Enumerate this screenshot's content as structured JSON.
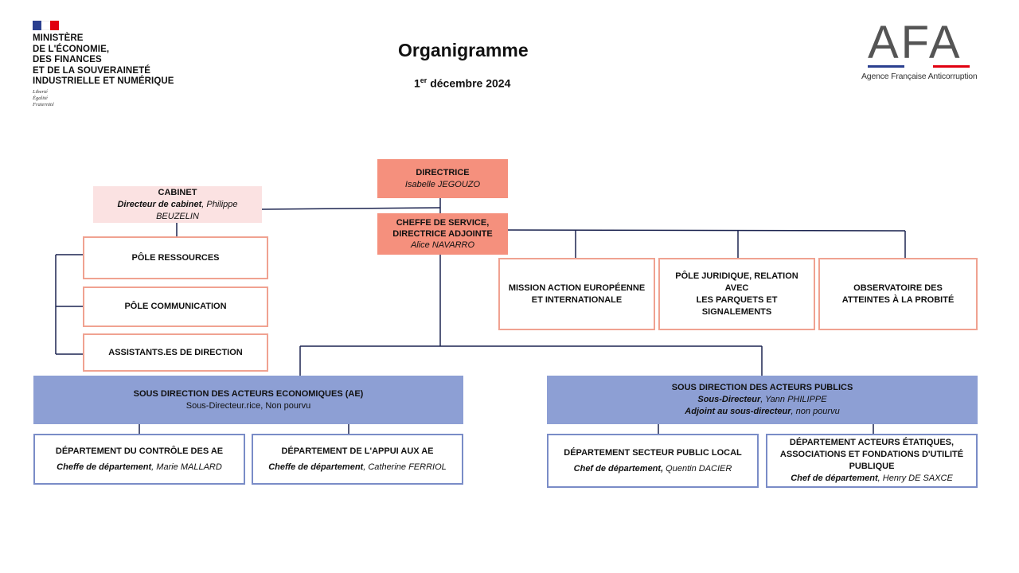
{
  "header": {
    "ministere_lines": [
      "MINISTÈRE",
      "DE L'ÉCONOMIE,",
      "DES FINANCES",
      "ET DE LA SOUVERAINETÉ",
      "INDUSTRIELLE ET NUMÉRIQUE"
    ],
    "devise": [
      "Liberté",
      "Égalité",
      "Fraternité"
    ],
    "title": "Organigramme",
    "date_prefix": "1",
    "date_sup": "er",
    "date_suffix": " décembre 2024",
    "afa_letters": "AFA",
    "afa_subtitle": "Agence Française Anticorruption"
  },
  "nodes": {
    "directrice": {
      "title": "DIRECTRICE",
      "name": "Isabelle JEGOUZO"
    },
    "cheffe": {
      "title_1": "CHEFFE DE SERVICE,",
      "title_2": "DIRECTRICE ADJOINTE",
      "name": "Alice NAVARRO"
    },
    "cabinet": {
      "title": "CABINET",
      "role": "Directeur de cabinet",
      "name": ", Philippe BEUZELIN"
    },
    "pole_ressources": "PÔLE RESSOURCES",
    "pole_communication": "PÔLE COMMUNICATION",
    "assistants": "ASSISTANTS.ES DE DIRECTION",
    "mission": {
      "line1": "MISSION ACTION EUROPÉENNE",
      "line2": "ET INTERNATIONALE"
    },
    "pole_juridique": {
      "line1": "PÔLE JURIDIQUE, RELATION AVEC",
      "line2": "LES PARQUETS ET SIGNALEMENTS"
    },
    "observatoire": {
      "line1": "OBSERVATOIRE DES",
      "line2": "ATTEINTES À LA PROBITÉ"
    },
    "sd_ae": {
      "title": "SOUS DIRECTION DES ACTEURS ECONOMIQUES (AE)",
      "sub": "Sous-Directeur.rice, Non pourvu"
    },
    "sd_ap": {
      "title": "SOUS DIRECTION DES ACTEURS PUBLICS",
      "role": "Sous-Directeur",
      "name": ", Yann PHILIPPE",
      "adj_role": "Adjoint au sous-directeur",
      "adj_name": ", non pourvu"
    },
    "dep_controle": {
      "title": "DÉPARTEMENT DU CONTRÔLE DES AE",
      "role": "Cheffe de département",
      "name": ", Marie MALLARD"
    },
    "dep_appui": {
      "title": "DÉPARTEMENT DE L'APPUI AUX AE",
      "role": "Cheffe de département",
      "name": ", Catherine FERRIOL"
    },
    "dep_spl": {
      "title": "DÉPARTEMENT SECTEUR PUBLIC LOCAL",
      "role": "Chef de département,",
      "name": " Quentin DACIER"
    },
    "dep_etat": {
      "line1": "DÉPARTEMENT ACTEURS ÉTATIQUES,",
      "line2": "ASSOCIATIONS ET FONDATIONS D'UTILITÉ",
      "line3": "PUBLIQUE",
      "role": "Chef de département",
      "name": ", Henry DE SAXCE"
    }
  },
  "colors": {
    "salmon": "#f5907d",
    "pink": "#fbe2e2",
    "blue": "#8d9fd4",
    "outline_red": "#f0a291",
    "outline_blue": "#7a8cc7",
    "line": "#1c2450"
  }
}
